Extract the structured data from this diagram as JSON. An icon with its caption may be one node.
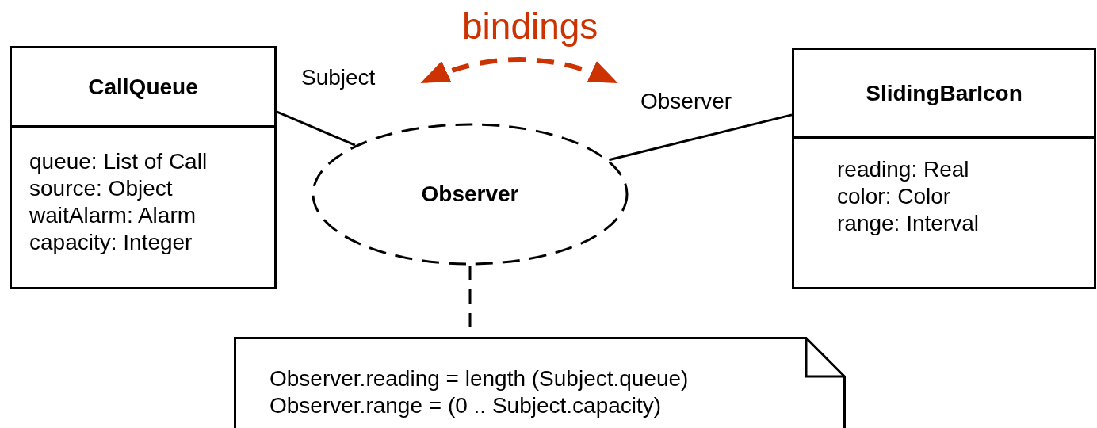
{
  "diagram": {
    "nodes": [
      {
        "text": [
          "CallQueue",
          "queue: List of Call",
          "source: Object",
          "waitAlarm: Alarm",
          "capacity: Integer"
        ]
      },
      {
        "text": [
          "Observer"
        ]
      },
      {
        "text": [
          "SlidingBarIcon",
          "reading: Real",
          "color: Color",
          "range: Interval"
        ]
      },
      {
        "text": [
          "Observer.reading = length (Subject.queue)",
          "Observer.range = (0 .. Subject.capacity)"
        ]
      }
    ],
    "edges": [
      {
        "from": 1,
        "to": 0,
        "arrow": "none",
        "label": "Subject"
      },
      {
        "from": 1,
        "to": 2,
        "arrow": "none",
        "label": "Observer"
      },
      {
        "from": 1,
        "to": 3,
        "arrow": "none",
        "style": "dashed"
      }
    ],
    "labels": [
      "bindings"
    ]
  }
}
